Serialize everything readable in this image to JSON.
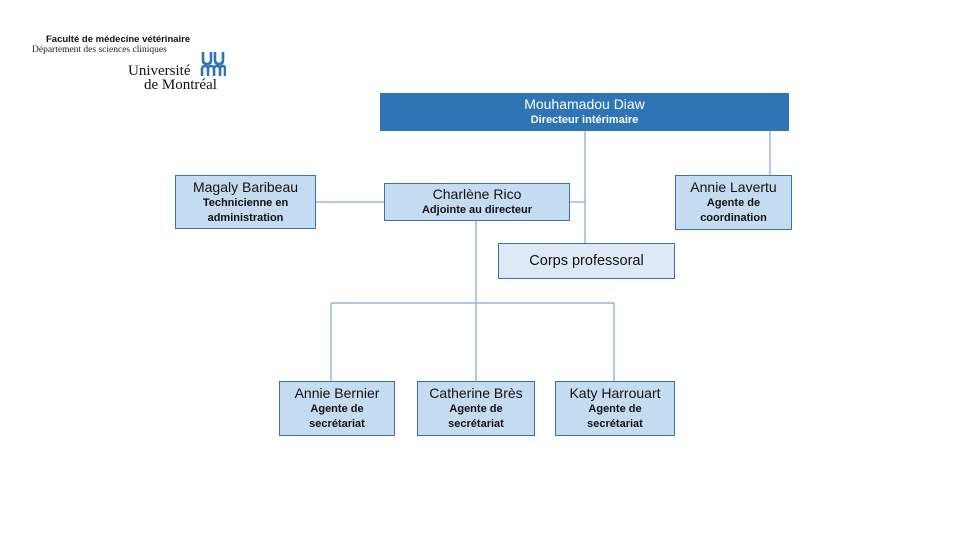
{
  "header": {
    "faculty": "Faculté de médecine vétérinaire",
    "department": "Département des sciences cliniques",
    "university_line1": "Université",
    "university_line2": "de Montréal",
    "logo_icon": "udem-logo-icon",
    "brand_color": "#2f75b6"
  },
  "org": {
    "director": {
      "name": "Mouhamadou Diaw",
      "role": "Directeur intérimaire"
    },
    "assistant": {
      "name": "Charlène Rico",
      "role": "Adjointe au directeur"
    },
    "technician": {
      "name": "Magaly Baribeau",
      "role_line1": "Technicienne en",
      "role_line2": "administration"
    },
    "coordinator": {
      "name": "Annie Lavertu",
      "role_line1": "Agente de",
      "role_line2": "coordination"
    },
    "faculty_body": {
      "name": "Corps professoral"
    },
    "secretaries": [
      {
        "name": "Annie Bernier",
        "role_line1": "Agente de",
        "role_line2": "secrétariat"
      },
      {
        "name": "Catherine Brès",
        "role_line1": "Agente de",
        "role_line2": "secrétariat"
      },
      {
        "name": "Katy Harrouart",
        "role_line1": "Agente de",
        "role_line2": "secrétariat"
      }
    ]
  },
  "colors": {
    "director_fill": "#2f75b6",
    "box_fill": "#c5dbf0",
    "box_fill_light": "#dde9f5",
    "box_border": "#3a6fb0",
    "connector": "#7fa8d4"
  }
}
